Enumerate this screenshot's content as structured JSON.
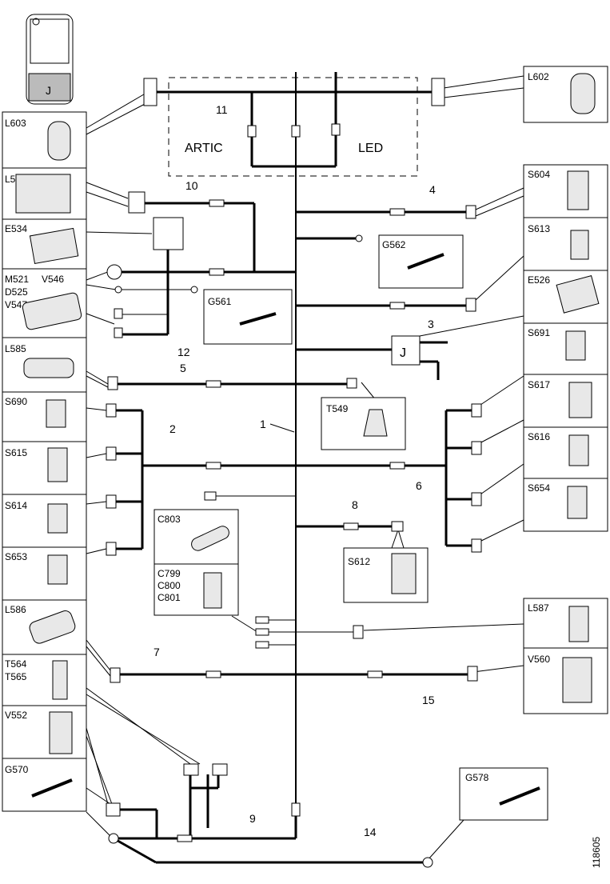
{
  "diagram": {
    "region_labels": {
      "artic": "ARTIC",
      "led": "LED"
    },
    "components": {
      "L603": "L603",
      "L581": "L581",
      "E534": "E534",
      "M521": "M521",
      "V546": "V546",
      "D525": "D525",
      "V547": "V547",
      "L585": "L585",
      "S690": "S690",
      "S615": "S615",
      "S614": "S614",
      "S653": "S653",
      "L586": "L586",
      "T564": "T564",
      "T565": "T565",
      "V552": "V552",
      "G570": "G570",
      "L602": "L602",
      "S604": "S604",
      "S613": "S613",
      "E526": "E526",
      "S691": "S691",
      "S617": "S617",
      "S616": "S616",
      "S654": "S654",
      "L587": "L587",
      "V560": "V560",
      "G578": "G578",
      "G562": "G562",
      "G561": "G561",
      "T549": "T549",
      "C803": "C803",
      "C799": "C799",
      "C800": "C800",
      "C801": "C801",
      "S612": "S612"
    },
    "junction_label": "J",
    "wire_numbers": {
      "n1": "1",
      "n2": "2",
      "n3": "3",
      "n4": "4",
      "n5": "5",
      "n6": "6",
      "n7": "7",
      "n8": "8",
      "n9": "9",
      "n10": "10",
      "n11": "11",
      "n12": "12",
      "n14": "14",
      "n15": "15"
    },
    "figure_code": "118605"
  }
}
